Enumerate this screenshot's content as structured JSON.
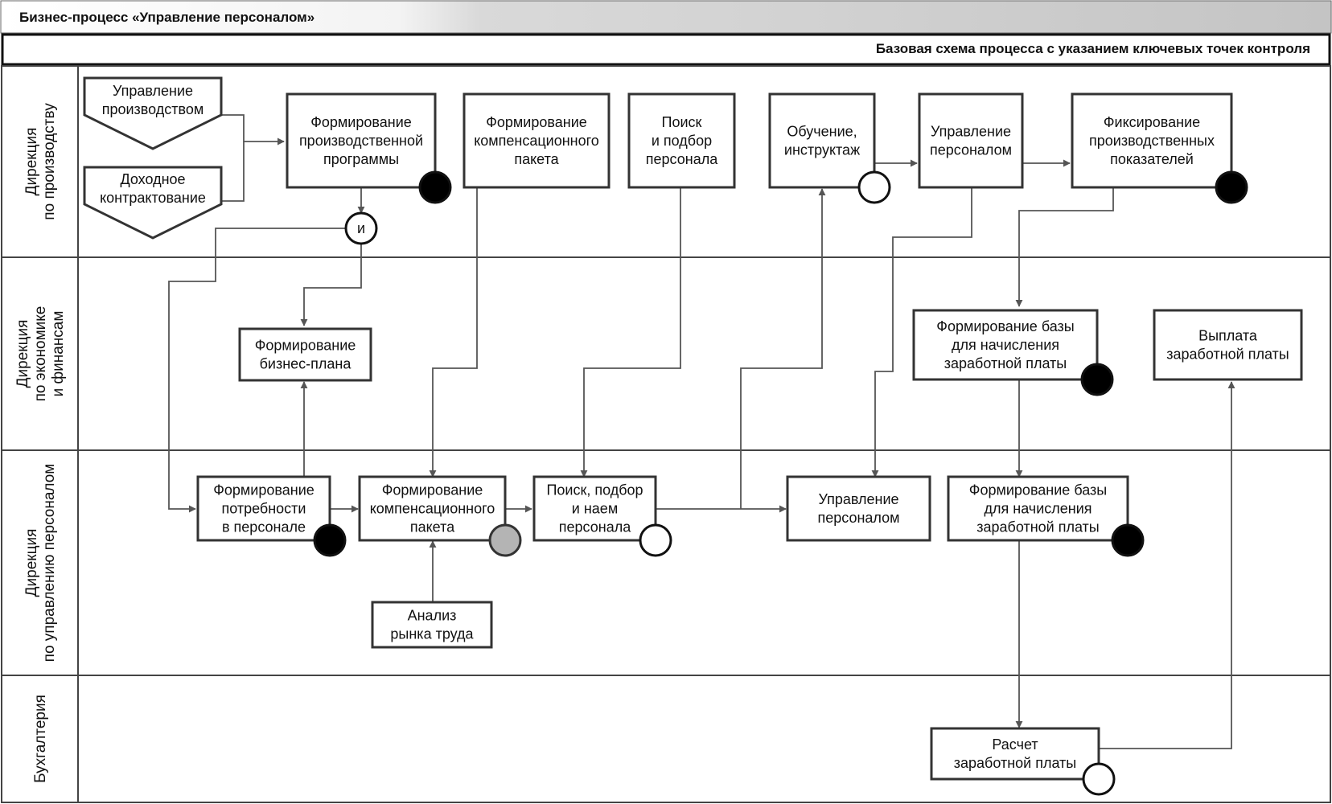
{
  "header": {
    "title": "Бизнес-процесс «Управление персоналом»",
    "subtitle": "Базовая схема процесса с указанием ключевых точек контроля"
  },
  "lanes": [
    {
      "id": "production",
      "label_lines": [
        "Дирекция",
        "по производству"
      ]
    },
    {
      "id": "economics",
      "label_lines": [
        "Дирекция",
        "по экономике",
        "и финансам"
      ]
    },
    {
      "id": "hr",
      "label_lines": [
        "Дирекция",
        "по управлению персоналом"
      ]
    },
    {
      "id": "accounting",
      "label_lines": [
        "Бухгалтерия"
      ]
    }
  ],
  "inputs": [
    {
      "id": "in_prod_mgmt",
      "lines": [
        "Управление",
        "производством"
      ]
    },
    {
      "id": "in_income_contract",
      "lines": [
        "Доходное",
        "контрактование"
      ]
    }
  ],
  "nodes": [
    {
      "id": "prod_program",
      "lines": [
        "Формирование",
        "производственной",
        "программы"
      ],
      "control": "filled"
    },
    {
      "id": "comp_package_top",
      "lines": [
        "Формирование",
        "компенсационного",
        "пакета"
      ],
      "control": "none"
    },
    {
      "id": "search_top",
      "lines": [
        "Поиск",
        "и подбор",
        "персонала"
      ],
      "control": "none"
    },
    {
      "id": "training",
      "lines": [
        "Обучение,",
        "инструктаж"
      ],
      "control": "empty"
    },
    {
      "id": "hr_mgmt_top",
      "lines": [
        "Управление",
        "персоналом"
      ],
      "control": "none"
    },
    {
      "id": "prod_indicators",
      "lines": [
        "Фиксирование",
        "производственных",
        "показателей"
      ],
      "control": "filled"
    },
    {
      "id": "business_plan",
      "lines": [
        "Формирование",
        "бизнес-плана"
      ],
      "control": "none"
    },
    {
      "id": "payroll_base_econ",
      "lines": [
        "Формирование базы",
        "для начисления",
        "заработной платы"
      ],
      "control": "filled"
    },
    {
      "id": "salary_payment",
      "lines": [
        "Выплата",
        "заработной платы"
      ],
      "control": "none"
    },
    {
      "id": "staff_needs",
      "lines": [
        "Формирование",
        "потребности",
        "в персонале"
      ],
      "control": "filled"
    },
    {
      "id": "comp_package_hr",
      "lines": [
        "Формирование",
        "компенсационного",
        "пакета"
      ],
      "control": "gray"
    },
    {
      "id": "search_hire",
      "lines": [
        "Поиск, подбор",
        "и наем",
        "персонала"
      ],
      "control": "empty"
    },
    {
      "id": "hr_mgmt_hr",
      "lines": [
        "Управление",
        "персоналом"
      ],
      "control": "none"
    },
    {
      "id": "payroll_base_hr",
      "lines": [
        "Формирование базы",
        "для начисления",
        "заработной платы"
      ],
      "control": "filled"
    },
    {
      "id": "labor_market",
      "lines": [
        "Анализ",
        "рынка труда"
      ],
      "control": "none"
    },
    {
      "id": "payroll_calc",
      "lines": [
        "Расчет",
        "заработной платы"
      ],
      "control": "empty"
    }
  ],
  "gateway": {
    "label": "и"
  },
  "colors": {
    "control_filled": "#000000",
    "control_gray": "#b4b4b4",
    "control_empty": "#ffffff",
    "line": "#555555",
    "border": "#333333"
  }
}
